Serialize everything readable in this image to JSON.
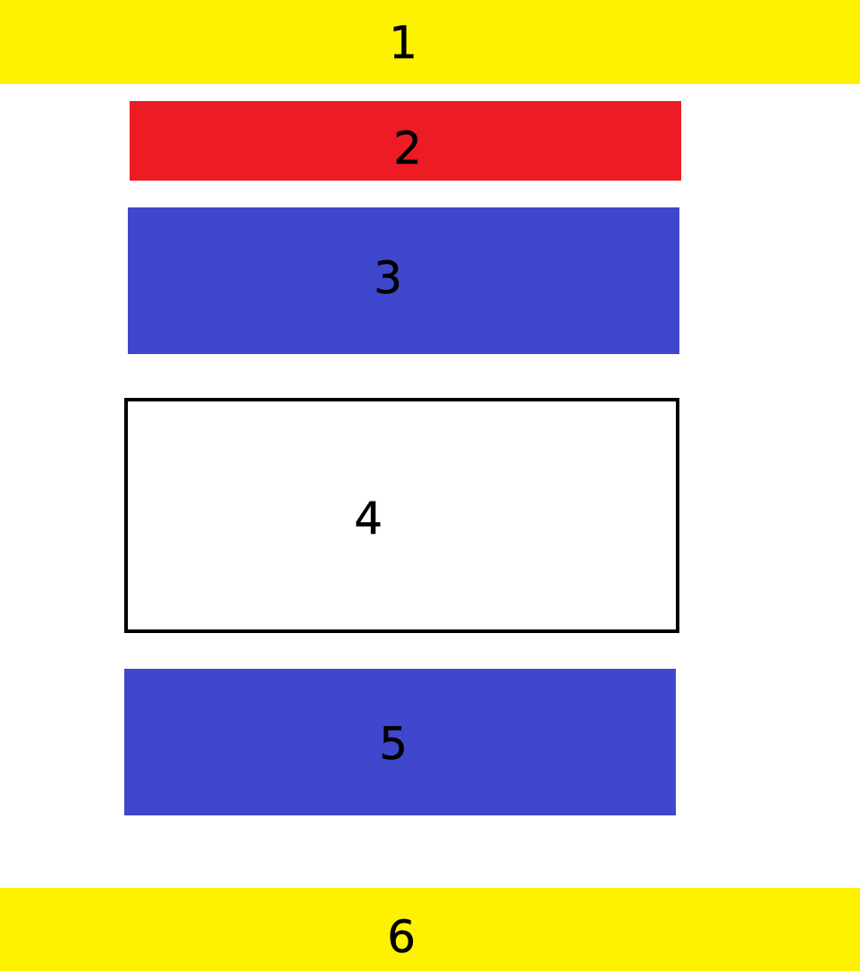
{
  "sections": [
    {
      "label": "1",
      "fill": "#fff200",
      "border": "none"
    },
    {
      "label": "2",
      "fill": "#ed1c24",
      "border": "none"
    },
    {
      "label": "3",
      "fill": "#3f48cc",
      "border": "none"
    },
    {
      "label": "4",
      "fill": "#ffffff",
      "border": "#000000"
    },
    {
      "label": "5",
      "fill": "#3f48cc",
      "border": "none"
    },
    {
      "label": "6",
      "fill": "#fff200",
      "border": "none"
    }
  ]
}
